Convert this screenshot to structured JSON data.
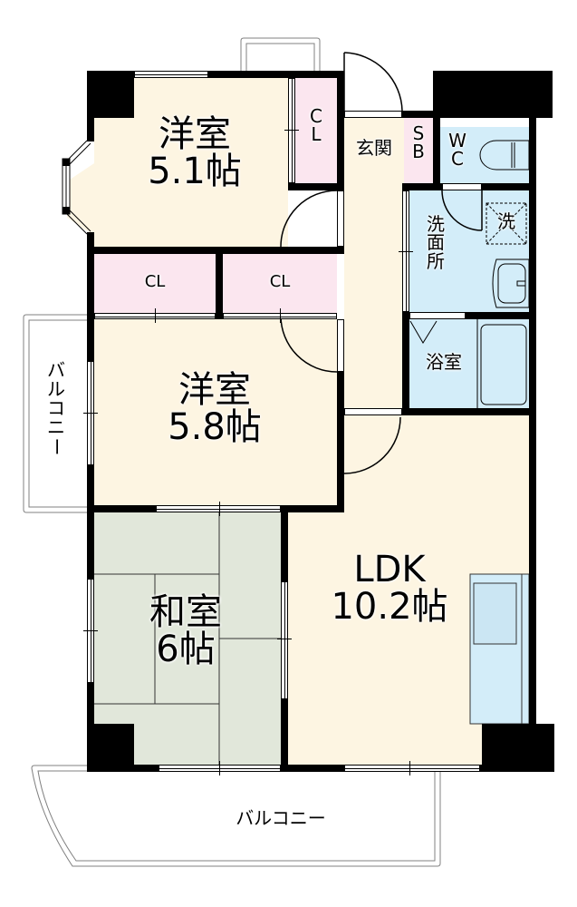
{
  "floorplan": {
    "colors": {
      "western_room": "#fdf5e2",
      "closet": "#fbe6ef",
      "wet_area": "#d3edf9",
      "japanese_room": "#e1e7da",
      "wall": "#000000",
      "balcony_outline": "#808080"
    },
    "rooms": [
      {
        "id": "western-room-1",
        "name": "洋室",
        "size": "5.1帖"
      },
      {
        "id": "western-room-2",
        "name": "洋室",
        "size": "5.8帖"
      },
      {
        "id": "japanese-room",
        "name": "和室",
        "size": "6帖"
      },
      {
        "id": "ldk",
        "name": "LDK",
        "size": "10.2帖"
      }
    ],
    "closets": {
      "cl_top_line1": "C",
      "cl_top_line2": "L",
      "cl_left": "CL",
      "cl_right": "CL"
    },
    "entrance": "玄関",
    "shoe_box": {
      "line1": "S",
      "line2": "B"
    },
    "toilet": {
      "line1": "W",
      "line2": "C"
    },
    "washroom": {
      "line1": "洗",
      "line2": "面",
      "line3": "所"
    },
    "washing_machine": "洗",
    "bathroom": "浴室",
    "balcony_left": {
      "chars": [
        "バ",
        "ル",
        "コ",
        "ニ",
        "ー"
      ]
    },
    "balcony_bottom": "バルコニー"
  }
}
